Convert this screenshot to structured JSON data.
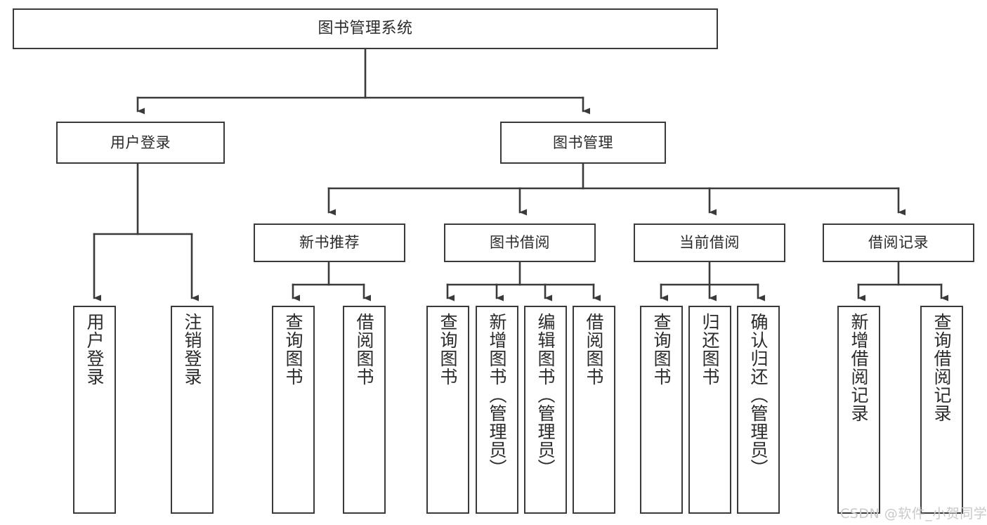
{
  "diagram": {
    "title": "图书管理系统",
    "type": "tree-hierarchy",
    "root": {
      "label": "图书管理系统"
    },
    "level2": [
      {
        "label": "用户登录"
      },
      {
        "label": "图书管理"
      }
    ],
    "level3": [
      {
        "label": "新书推荐"
      },
      {
        "label": "图书借阅"
      },
      {
        "label": "当前借阅"
      },
      {
        "label": "借阅记录"
      }
    ],
    "leaves": {
      "user_login": [
        {
          "label": "用户登录"
        },
        {
          "label": "注销登录"
        }
      ],
      "new_book_recommend": [
        {
          "label": "查询图书"
        },
        {
          "label": "借阅图书"
        }
      ],
      "book_borrow": [
        {
          "label": "查询图书"
        },
        {
          "label": "新增图书（管理员）"
        },
        {
          "label": "编辑图书（管理员）"
        },
        {
          "label": "借阅图书"
        }
      ],
      "current_borrow": [
        {
          "label": "查询图书"
        },
        {
          "label": "归还图书"
        },
        {
          "label": "确认归还（管理员）"
        }
      ],
      "borrow_record": [
        {
          "label": "新增借阅记录"
        },
        {
          "label": "查询借阅记录"
        }
      ]
    }
  },
  "watermark": {
    "text": "CSDN @软件_小贺同学"
  },
  "colors": {
    "stroke": "#3a3a3a",
    "text": "#2b2b2b",
    "background": "#ffffff",
    "watermark": "#c9c9c9"
  }
}
